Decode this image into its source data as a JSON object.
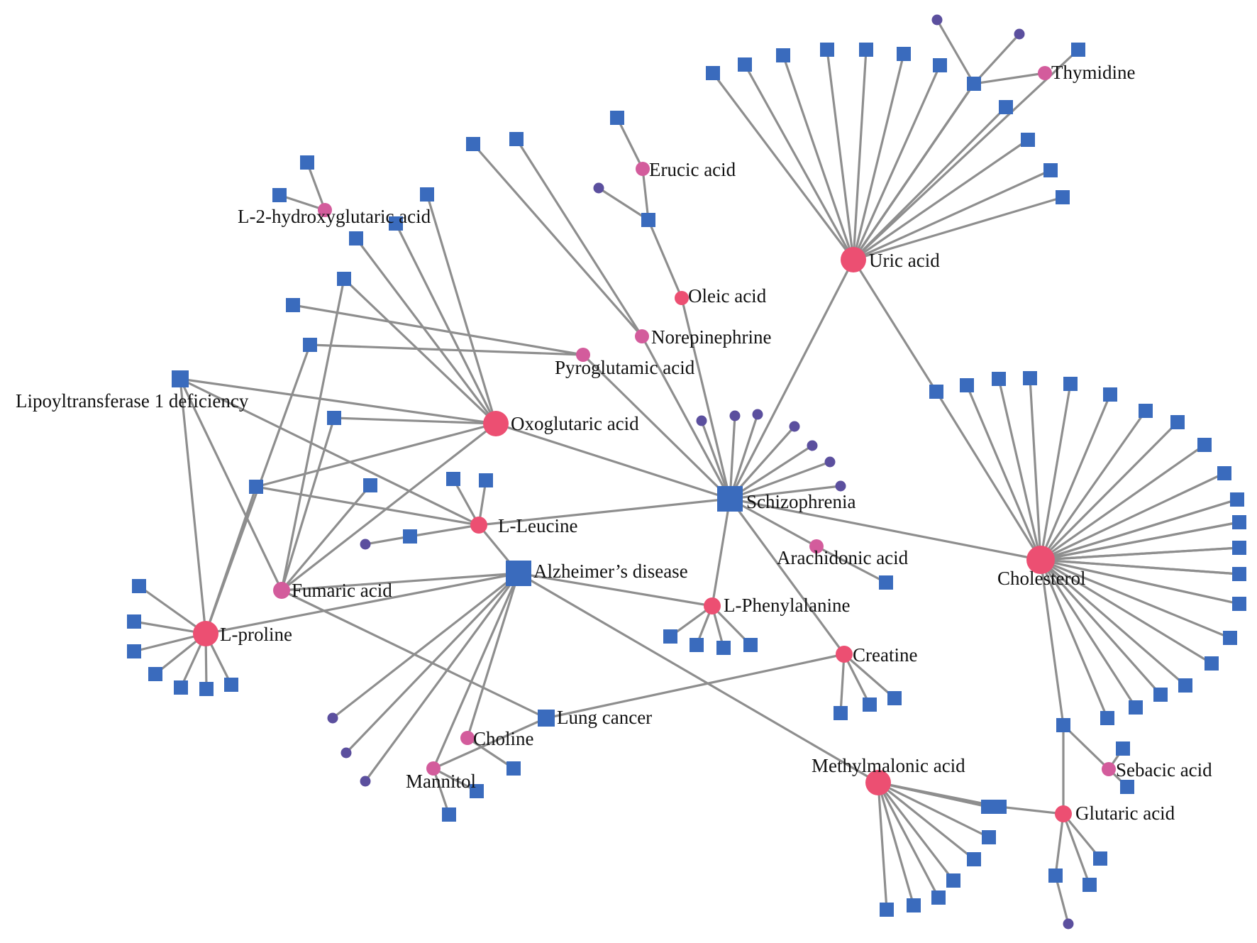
{
  "colors": {
    "disease": "#3a6bbd",
    "metabolite_hub": "#ec4f72",
    "metabolite": "#d35c9c",
    "small_node": "#5b4f9e",
    "edge": "#8e8e8e"
  },
  "labels": {
    "schizophrenia": "Schizophrenia",
    "alzheimers": "Alzheimer’s disease",
    "lung_cancer": "Lung cancer",
    "lipoyl": "Lipoyltransferase 1 deficiency",
    "uric_acid": "Uric acid",
    "thymidine": "Thymidine",
    "erucic_acid": "Erucic acid",
    "l2hg": "L-2-hydroxyglutaric acid",
    "oleic_acid": "Oleic acid",
    "norepinephrine": "Norepinephrine",
    "pyroglutamic": "Pyroglutamic acid",
    "oxoglutaric": "Oxoglutaric acid",
    "l_leucine": "L-Leucine",
    "fumaric": "Fumaric acid",
    "l_proline": "L-proline",
    "arachidonic": "Arachidonic acid",
    "cholesterol": "Cholesterol",
    "l_phenylalanine": "L-Phenylalanine",
    "creatine": "Creatine",
    "choline": "Choline",
    "mannitol": "Mannitol",
    "methylmalonic": "Methylmalonic acid",
    "sebacic": "Sebacic acid",
    "glutaric": "Glutaric acid"
  },
  "nodes": [
    {
      "id": "schizophrenia",
      "type": "disease",
      "size": "large",
      "label": "schizophrenia"
    },
    {
      "id": "alzheimers",
      "type": "disease",
      "size": "large",
      "label": "alzheimers"
    },
    {
      "id": "lung_cancer",
      "type": "disease",
      "size": "medium",
      "label": "lung_cancer"
    },
    {
      "id": "lipoyl",
      "type": "disease",
      "size": "medium",
      "label": "lipoyl"
    },
    {
      "id": "uric_acid",
      "type": "metabolite_hub",
      "size": "large",
      "label": "uric_acid"
    },
    {
      "id": "thymidine",
      "type": "metabolite",
      "size": "small",
      "label": "thymidine"
    },
    {
      "id": "erucic_acid",
      "type": "metabolite",
      "size": "small",
      "label": "erucic_acid"
    },
    {
      "id": "l2hg",
      "type": "metabolite",
      "size": "small",
      "label": "l2hg"
    },
    {
      "id": "oleic_acid",
      "type": "metabolite_hub",
      "size": "small",
      "label": "oleic_acid"
    },
    {
      "id": "norepinephrine",
      "type": "metabolite",
      "size": "small",
      "label": "norepinephrine"
    },
    {
      "id": "pyroglutamic",
      "type": "metabolite",
      "size": "small",
      "label": "pyroglutamic"
    },
    {
      "id": "oxoglutaric",
      "type": "metabolite_hub",
      "size": "large",
      "label": "oxoglutaric"
    },
    {
      "id": "l_leucine",
      "type": "metabolite_hub",
      "size": "medium",
      "label": "l_leucine"
    },
    {
      "id": "fumaric",
      "type": "metabolite",
      "size": "medium",
      "label": "fumaric"
    },
    {
      "id": "l_proline",
      "type": "metabolite_hub",
      "size": "large",
      "label": "l_proline"
    },
    {
      "id": "arachidonic",
      "type": "metabolite",
      "size": "small",
      "label": "arachidonic"
    },
    {
      "id": "cholesterol",
      "type": "metabolite_hub",
      "size": "xlarge",
      "label": "cholesterol"
    },
    {
      "id": "l_phenylalanine",
      "type": "metabolite_hub",
      "size": "medium",
      "label": "l_phenylalanine"
    },
    {
      "id": "creatine",
      "type": "metabolite_hub",
      "size": "medium",
      "label": "creatine"
    },
    {
      "id": "choline",
      "type": "metabolite",
      "size": "small",
      "label": "choline"
    },
    {
      "id": "mannitol",
      "type": "metabolite",
      "size": "small",
      "label": "mannitol"
    },
    {
      "id": "methylmalonic",
      "type": "metabolite_hub",
      "size": "large",
      "label": "methylmalonic"
    },
    {
      "id": "sebacic",
      "type": "metabolite",
      "size": "small",
      "label": "sebacic"
    },
    {
      "id": "glutaric",
      "type": "metabolite_hub",
      "size": "medium",
      "label": "glutaric"
    },
    {
      "id": "s_ux1",
      "type": "disease",
      "size": "small"
    },
    {
      "id": "s_ux2",
      "type": "disease",
      "size": "small"
    },
    {
      "id": "s_ux3",
      "type": "disease",
      "size": "small"
    },
    {
      "id": "s_ux4",
      "type": "disease",
      "size": "small"
    },
    {
      "id": "s_ux5",
      "type": "disease",
      "size": "small"
    },
    {
      "id": "s_ux6",
      "type": "disease",
      "size": "small"
    },
    {
      "id": "s_ux7",
      "type": "disease",
      "size": "small"
    },
    {
      "id": "s_ux8",
      "type": "disease",
      "size": "small"
    },
    {
      "id": "s_ux9",
      "type": "disease",
      "size": "small"
    },
    {
      "id": "s_ux10",
      "type": "disease",
      "size": "small"
    },
    {
      "id": "s_ux11",
      "type": "disease",
      "size": "small"
    },
    {
      "id": "s_ux12",
      "type": "disease",
      "size": "small"
    },
    {
      "id": "s_ux13",
      "type": "disease",
      "size": "small"
    },
    {
      "id": "s_ux14",
      "type": "disease",
      "size": "small"
    },
    {
      "id": "s_ux15",
      "type": "disease",
      "size": "small"
    },
    {
      "id": "s_th1",
      "type": "disease",
      "size": "small"
    },
    {
      "id": "s_uc1",
      "type": "disease",
      "size": "small"
    },
    {
      "id": "c_ux1",
      "type": "small_node",
      "size": "dot"
    },
    {
      "id": "c_ux2",
      "type": "small_node",
      "size": "dot"
    },
    {
      "id": "s_er1",
      "type": "disease",
      "size": "small"
    },
    {
      "id": "s_er2",
      "type": "disease",
      "size": "small"
    },
    {
      "id": "c_er1",
      "type": "small_node",
      "size": "dot"
    },
    {
      "id": "s_l2a",
      "type": "disease",
      "size": "small"
    },
    {
      "id": "s_l2b",
      "type": "disease",
      "size": "small"
    },
    {
      "id": "s_ne1",
      "type": "disease",
      "size": "small"
    },
    {
      "id": "s_ne2",
      "type": "disease",
      "size": "small"
    },
    {
      "id": "s_py1",
      "type": "disease",
      "size": "small"
    },
    {
      "id": "s_ox1",
      "type": "disease",
      "size": "small"
    },
    {
      "id": "s_ox2",
      "type": "disease",
      "size": "small"
    },
    {
      "id": "s_ox3",
      "type": "disease",
      "size": "small"
    },
    {
      "id": "s_ox4",
      "type": "disease",
      "size": "small"
    },
    {
      "id": "s_ox5",
      "type": "disease",
      "size": "small"
    },
    {
      "id": "s_ox6",
      "type": "disease",
      "size": "small"
    },
    {
      "id": "s_ox7",
      "type": "disease",
      "size": "small"
    },
    {
      "id": "s_ox8",
      "type": "disease",
      "size": "small"
    },
    {
      "id": "s_ll1",
      "type": "disease",
      "size": "small"
    },
    {
      "id": "s_ll2",
      "type": "disease",
      "size": "small"
    },
    {
      "id": "s_ll3",
      "type": "disease",
      "size": "small"
    },
    {
      "id": "c_ll1",
      "type": "small_node",
      "size": "dot"
    },
    {
      "id": "s_lp1",
      "type": "disease",
      "size": "small"
    },
    {
      "id": "s_lp2",
      "type": "disease",
      "size": "small"
    },
    {
      "id": "s_lp3",
      "type": "disease",
      "size": "small"
    },
    {
      "id": "s_lp4",
      "type": "disease",
      "size": "small"
    },
    {
      "id": "s_lp5",
      "type": "disease",
      "size": "small"
    },
    {
      "id": "s_lp6",
      "type": "disease",
      "size": "small"
    },
    {
      "id": "s_lp7",
      "type": "disease",
      "size": "small"
    },
    {
      "id": "c_sz1",
      "type": "small_node",
      "size": "dot"
    },
    {
      "id": "c_sz2",
      "type": "small_node",
      "size": "dot"
    },
    {
      "id": "c_sz3",
      "type": "small_node",
      "size": "dot"
    },
    {
      "id": "c_sz4",
      "type": "small_node",
      "size": "dot"
    },
    {
      "id": "c_sz5",
      "type": "small_node",
      "size": "dot"
    },
    {
      "id": "c_sz6",
      "type": "small_node",
      "size": "dot"
    },
    {
      "id": "c_sz7",
      "type": "small_node",
      "size": "dot"
    },
    {
      "id": "s_ar1",
      "type": "disease",
      "size": "small"
    },
    {
      "id": "s_ch1",
      "type": "disease",
      "size": "small"
    },
    {
      "id": "s_ch2",
      "type": "disease",
      "size": "small"
    },
    {
      "id": "s_ch3",
      "type": "disease",
      "size": "small"
    },
    {
      "id": "s_ch4",
      "type": "disease",
      "size": "small"
    },
    {
      "id": "s_ch5",
      "type": "disease",
      "size": "small"
    },
    {
      "id": "s_ch6",
      "type": "disease",
      "size": "small"
    },
    {
      "id": "s_ch7",
      "type": "disease",
      "size": "small"
    },
    {
      "id": "s_ch8",
      "type": "disease",
      "size": "small"
    },
    {
      "id": "s_ch9",
      "type": "disease",
      "size": "small"
    },
    {
      "id": "s_ch10",
      "type": "disease",
      "size": "small"
    },
    {
      "id": "s_ch11",
      "type": "disease",
      "size": "small"
    },
    {
      "id": "s_ch12",
      "type": "disease",
      "size": "small"
    },
    {
      "id": "s_ch13",
      "type": "disease",
      "size": "small"
    },
    {
      "id": "s_ch14",
      "type": "disease",
      "size": "small"
    },
    {
      "id": "s_ch15",
      "type": "disease",
      "size": "small"
    },
    {
      "id": "s_ch16",
      "type": "disease",
      "size": "small"
    },
    {
      "id": "s_ch17",
      "type": "disease",
      "size": "small"
    },
    {
      "id": "s_ch18",
      "type": "disease",
      "size": "small"
    },
    {
      "id": "s_ch19",
      "type": "disease",
      "size": "small"
    },
    {
      "id": "s_ch20",
      "type": "disease",
      "size": "small"
    },
    {
      "id": "s_ch21",
      "type": "disease",
      "size": "small"
    },
    {
      "id": "s_ch22",
      "type": "disease",
      "size": "small"
    },
    {
      "id": "s_ch23",
      "type": "disease",
      "size": "small"
    },
    {
      "id": "s_ch24",
      "type": "disease",
      "size": "small"
    },
    {
      "id": "s_ch25",
      "type": "disease",
      "size": "small"
    },
    {
      "id": "s_sg",
      "type": "disease",
      "size": "small"
    },
    {
      "id": "s_sb1",
      "type": "disease",
      "size": "small"
    },
    {
      "id": "s_sb2",
      "type": "disease",
      "size": "small"
    },
    {
      "id": "s_ph1",
      "type": "disease",
      "size": "small"
    },
    {
      "id": "s_ph2",
      "type": "disease",
      "size": "small"
    },
    {
      "id": "s_ph3",
      "type": "disease",
      "size": "small"
    },
    {
      "id": "s_ph4",
      "type": "disease",
      "size": "small"
    },
    {
      "id": "s_cr1",
      "type": "disease",
      "size": "small"
    },
    {
      "id": "s_cr2",
      "type": "disease",
      "size": "small"
    },
    {
      "id": "s_cr3",
      "type": "disease",
      "size": "small"
    },
    {
      "id": "c_ad1",
      "type": "small_node",
      "size": "dot"
    },
    {
      "id": "c_ad2",
      "type": "small_node",
      "size": "dot"
    },
    {
      "id": "c_ad3",
      "type": "small_node",
      "size": "dot"
    },
    {
      "id": "s_co1",
      "type": "disease",
      "size": "small"
    },
    {
      "id": "s_ma1",
      "type": "disease",
      "size": "small"
    },
    {
      "id": "s_ma2",
      "type": "disease",
      "size": "small"
    },
    {
      "id": "s_mm1",
      "type": "disease",
      "size": "small"
    },
    {
      "id": "s_mm2",
      "type": "disease",
      "size": "small"
    },
    {
      "id": "s_mm3",
      "type": "disease",
      "size": "small"
    },
    {
      "id": "s_mm4",
      "type": "disease",
      "size": "small"
    },
    {
      "id": "s_mm5",
      "type": "disease",
      "size": "small"
    },
    {
      "id": "s_mm6",
      "type": "disease",
      "size": "small"
    },
    {
      "id": "s_mm7",
      "type": "disease",
      "size": "small"
    },
    {
      "id": "s_mm8",
      "type": "disease",
      "size": "small"
    },
    {
      "id": "s_mg",
      "type": "disease",
      "size": "small"
    },
    {
      "id": "s_gl1",
      "type": "disease",
      "size": "small"
    },
    {
      "id": "s_gl2",
      "type": "disease",
      "size": "small"
    },
    {
      "id": "s_gl3",
      "type": "disease",
      "size": "small"
    },
    {
      "id": "c_gl1",
      "type": "small_node",
      "size": "dot"
    }
  ],
  "edges": [
    [
      "uric_acid",
      "s_ux1"
    ],
    [
      "uric_acid",
      "s_ux2"
    ],
    [
      "uric_acid",
      "s_ux3"
    ],
    [
      "uric_acid",
      "s_ux4"
    ],
    [
      "uric_acid",
      "s_ux5"
    ],
    [
      "uric_acid",
      "s_ux6"
    ],
    [
      "uric_acid",
      "s_ux7"
    ],
    [
      "uric_acid",
      "s_ux8"
    ],
    [
      "uric_acid",
      "s_ux9"
    ],
    [
      "uric_acid",
      "s_ux10"
    ],
    [
      "uric_acid",
      "s_ux11"
    ],
    [
      "uric_acid",
      "s_ux12"
    ],
    [
      "uric_acid",
      "s_ux13"
    ],
    [
      "uric_acid",
      "s_ux14"
    ],
    [
      "uric_acid",
      "s_ux15"
    ],
    [
      "uric_acid",
      "s_th1"
    ],
    [
      "uric_acid",
      "schizophrenia"
    ],
    [
      "uric_acid",
      "s_uc1"
    ],
    [
      "s_ux8",
      "c_ux1"
    ],
    [
      "s_th1",
      "c_ux2"
    ],
    [
      "s_th1",
      "thymidine"
    ],
    [
      "erucic_acid",
      "s_er1"
    ],
    [
      "erucic_acid",
      "s_er2"
    ],
    [
      "s_er2",
      "c_er1"
    ],
    [
      "s_er2",
      "oleic_acid"
    ],
    [
      "l2hg",
      "s_l2a"
    ],
    [
      "l2hg",
      "s_l2b"
    ],
    [
      "oleic_acid",
      "schizophrenia"
    ],
    [
      "norepinephrine",
      "s_ne1"
    ],
    [
      "norepinephrine",
      "s_ne2"
    ],
    [
      "norepinephrine",
      "schizophrenia"
    ],
    [
      "pyroglutamic",
      "s_py1"
    ],
    [
      "pyroglutamic",
      "s_ox1"
    ],
    [
      "pyroglutamic",
      "schizophrenia"
    ],
    [
      "oxoglutaric",
      "s_ox2"
    ],
    [
      "oxoglutaric",
      "s_ox3"
    ],
    [
      "oxoglutaric",
      "s_ox4"
    ],
    [
      "oxoglutaric",
      "s_ox5"
    ],
    [
      "oxoglutaric",
      "lipoyl"
    ],
    [
      "oxoglutaric",
      "s_ox6"
    ],
    [
      "oxoglutaric",
      "s_ox7"
    ],
    [
      "oxoglutaric",
      "fumaric"
    ],
    [
      "oxoglutaric",
      "schizophrenia"
    ],
    [
      "lipoyl",
      "fumaric"
    ],
    [
      "lipoyl",
      "l_proline"
    ],
    [
      "lipoyl",
      "l_leucine"
    ],
    [
      "fumaric",
      "s_ox8"
    ],
    [
      "fumaric",
      "s_ox6"
    ],
    [
      "fumaric",
      "s_ox5"
    ],
    [
      "fumaric",
      "alzheimers"
    ],
    [
      "fumaric",
      "lung_cancer"
    ],
    [
      "l_proline",
      "s_ox1"
    ],
    [
      "l_proline",
      "s_ox7"
    ],
    [
      "l_proline",
      "alzheimers"
    ],
    [
      "l_proline",
      "s_lp1"
    ],
    [
      "l_proline",
      "s_lp2"
    ],
    [
      "l_proline",
      "s_lp3"
    ],
    [
      "l_proline",
      "s_lp4"
    ],
    [
      "l_proline",
      "s_lp5"
    ],
    [
      "l_proline",
      "s_lp6"
    ],
    [
      "l_proline",
      "s_lp7"
    ],
    [
      "l_leucine",
      "s_ox7"
    ],
    [
      "l_leucine",
      "s_ll1"
    ],
    [
      "l_leucine",
      "s_ll2"
    ],
    [
      "l_leucine",
      "s_ll3"
    ],
    [
      "s_ll3",
      "c_ll1"
    ],
    [
      "l_leucine",
      "schizophrenia"
    ],
    [
      "l_leucine",
      "alzheimers"
    ],
    [
      "schizophrenia",
      "c_sz1"
    ],
    [
      "schizophrenia",
      "c_sz2"
    ],
    [
      "schizophrenia",
      "c_sz3"
    ],
    [
      "schizophrenia",
      "c_sz4"
    ],
    [
      "schizophrenia",
      "c_sz5"
    ],
    [
      "schizophrenia",
      "c_sz6"
    ],
    [
      "schizophrenia",
      "c_sz7"
    ],
    [
      "schizophrenia",
      "arachidonic"
    ],
    [
      "arachidonic",
      "s_ar1"
    ],
    [
      "schizophrenia",
      "cholesterol"
    ],
    [
      "schizophrenia",
      "l_phenylalanine"
    ],
    [
      "schizophrenia",
      "creatine"
    ],
    [
      "cholesterol",
      "s_uc1"
    ],
    [
      "cholesterol",
      "s_ch1"
    ],
    [
      "cholesterol",
      "s_ch2"
    ],
    [
      "cholesterol",
      "s_ch3"
    ],
    [
      "cholesterol",
      "s_ch4"
    ],
    [
      "cholesterol",
      "s_ch5"
    ],
    [
      "cholesterol",
      "s_ch6"
    ],
    [
      "cholesterol",
      "s_ch7"
    ],
    [
      "cholesterol",
      "s_ch8"
    ],
    [
      "cholesterol",
      "s_ch9"
    ],
    [
      "cholesterol",
      "s_ch10"
    ],
    [
      "cholesterol",
      "s_ch11"
    ],
    [
      "cholesterol",
      "s_ch12"
    ],
    [
      "cholesterol",
      "s_ch13"
    ],
    [
      "cholesterol",
      "s_ch14"
    ],
    [
      "cholesterol",
      "s_ch15"
    ],
    [
      "cholesterol",
      "s_ch16"
    ],
    [
      "cholesterol",
      "s_ch17"
    ],
    [
      "cholesterol",
      "s_ch18"
    ],
    [
      "cholesterol",
      "s_ch19"
    ],
    [
      "cholesterol",
      "s_ch20"
    ],
    [
      "cholesterol",
      "s_ch21"
    ],
    [
      "cholesterol",
      "s_ch22"
    ],
    [
      "cholesterol",
      "s_ch23"
    ],
    [
      "cholesterol",
      "s_ch24"
    ],
    [
      "cholesterol",
      "s_ch25"
    ],
    [
      "cholesterol",
      "s_sg"
    ],
    [
      "s_sg",
      "glutaric"
    ],
    [
      "s_sg",
      "sebacic"
    ],
    [
      "sebacic",
      "s_sb1"
    ],
    [
      "sebacic",
      "s_sb2"
    ],
    [
      "alzheimers",
      "l_phenylalanine"
    ],
    [
      "l_phenylalanine",
      "s_ph1"
    ],
    [
      "l_phenylalanine",
      "s_ph2"
    ],
    [
      "l_phenylalanine",
      "s_ph3"
    ],
    [
      "l_phenylalanine",
      "s_ph4"
    ],
    [
      "creatine",
      "lung_cancer"
    ],
    [
      "creatine",
      "s_cr1"
    ],
    [
      "creatine",
      "s_cr2"
    ],
    [
      "creatine",
      "s_cr3"
    ],
    [
      "alzheimers",
      "c_ad1"
    ],
    [
      "alzheimers",
      "c_ad2"
    ],
    [
      "alzheimers",
      "c_ad3"
    ],
    [
      "alzheimers",
      "choline"
    ],
    [
      "alzheimers",
      "mannitol"
    ],
    [
      "alzheimers",
      "methylmalonic"
    ],
    [
      "choline",
      "s_co1"
    ],
    [
      "mannitol",
      "lung_cancer"
    ],
    [
      "mannitol",
      "s_ma1"
    ],
    [
      "mannitol",
      "s_ma2"
    ],
    [
      "methylmalonic",
      "s_mg"
    ],
    [
      "s_mg",
      "glutaric"
    ],
    [
      "methylmalonic",
      "s_mm1"
    ],
    [
      "methylmalonic",
      "s_mm2"
    ],
    [
      "methylmalonic",
      "s_mm3"
    ],
    [
      "methylmalonic",
      "s_mm4"
    ],
    [
      "methylmalonic",
      "s_mm5"
    ],
    [
      "methylmalonic",
      "s_mm6"
    ],
    [
      "methylmalonic",
      "s_mm7"
    ],
    [
      "methylmalonic",
      "s_mm8"
    ],
    [
      "glutaric",
      "s_gl1"
    ],
    [
      "glutaric",
      "s_gl2"
    ],
    [
      "glutaric",
      "s_gl3"
    ],
    [
      "s_gl3",
      "c_gl1"
    ]
  ]
}
